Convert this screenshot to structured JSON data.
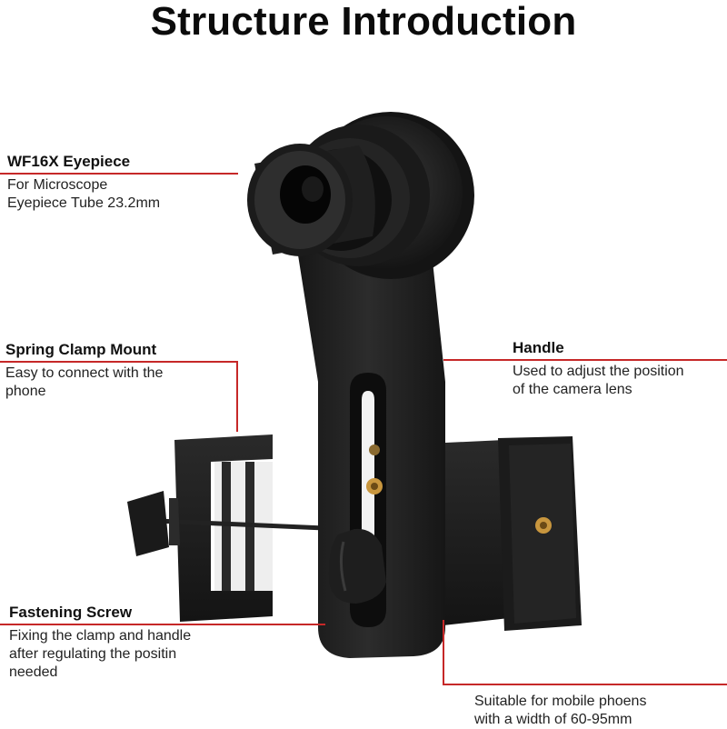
{
  "title": "Structure Introduction",
  "labels": {
    "eyepiece": {
      "head": "WF16X Eyepiece",
      "desc1": "For Microscope",
      "desc2": "Eyepiece Tube 23.2mm"
    },
    "spring_clamp": {
      "head": "Spring Clamp Mount",
      "desc1": "Easy to connect with the",
      "desc2": "phone"
    },
    "handle": {
      "head": "Handle",
      "desc1": "Used to adjust the position",
      "desc2": "of the camera lens"
    },
    "fastening_screw": {
      "head": "Fastening Screw",
      "desc1": "Fixing the clamp and handle",
      "desc2": "after regulating the positin",
      "desc3": "needed"
    },
    "phone_width": {
      "desc1": "Suitable for mobile phoens",
      "desc2": "with a width of 60-95mm"
    }
  },
  "colors": {
    "accent_line": "#c62828",
    "device": "#1c1c1c",
    "brass": "#c8963e"
  }
}
